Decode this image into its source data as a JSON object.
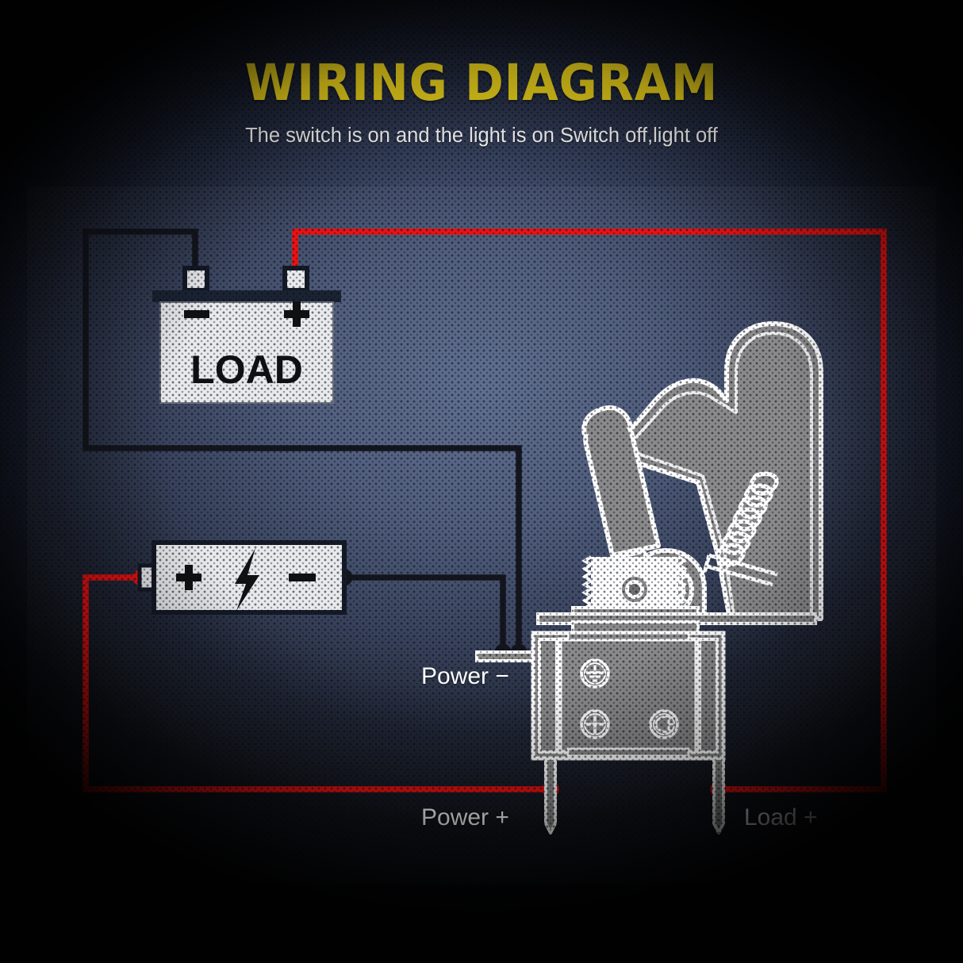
{
  "header": {
    "title": "WIRING DIAGRAM",
    "subtitle": "The switch is on and the light is on Switch off,light off",
    "title_color": "#F4DA1C",
    "subtitle_color": "#FFFFFF"
  },
  "diagram": {
    "type": "wiring-diagram",
    "background_color": "#4A5878",
    "load_box": {
      "label": "LOAD",
      "negative_terminal_label": "−",
      "positive_terminal_label": "+",
      "body_color": "#E9EAEC",
      "bar_color": "#1B2333"
    },
    "battery": {
      "positive_label": "+",
      "negative_label": "−",
      "icon": "lightning-bolt-icon",
      "body_color": "#E9EAEC",
      "border_color": "#1B2333"
    },
    "switch": {
      "name": "toggle-switch-with-safety-cover",
      "body_color": "#8C8C8C",
      "outline_color": "#FFFFFF",
      "icons": [
        {
          "name": "ground-icon",
          "position": "top-left"
        },
        {
          "name": "plus-cross-icon",
          "position": "bottom-left"
        },
        {
          "name": "headlight-icon",
          "position": "bottom-right"
        }
      ]
    },
    "terminals": [
      {
        "label": "Power −",
        "wire_color": "#111111",
        "name": "power-negative"
      },
      {
        "label": "Power +",
        "wire_color": "#EE1111",
        "name": "power-positive"
      },
      {
        "label": "Load +",
        "wire_color": "#EE1111",
        "name": "load-positive"
      }
    ],
    "wires": [
      {
        "name": "load-negative-wire",
        "color": "#111111",
        "from": "LOAD −",
        "to": "Power −"
      },
      {
        "name": "battery-negative-wire",
        "color": "#111111",
        "from": "Battery −",
        "to": "Power −"
      },
      {
        "name": "battery-positive-wire",
        "color": "#EE1111",
        "from": "Battery +",
        "to": "Power +"
      },
      {
        "name": "load-positive-wire",
        "color": "#EE1111",
        "from": "LOAD +",
        "to": "Load +"
      }
    ]
  }
}
